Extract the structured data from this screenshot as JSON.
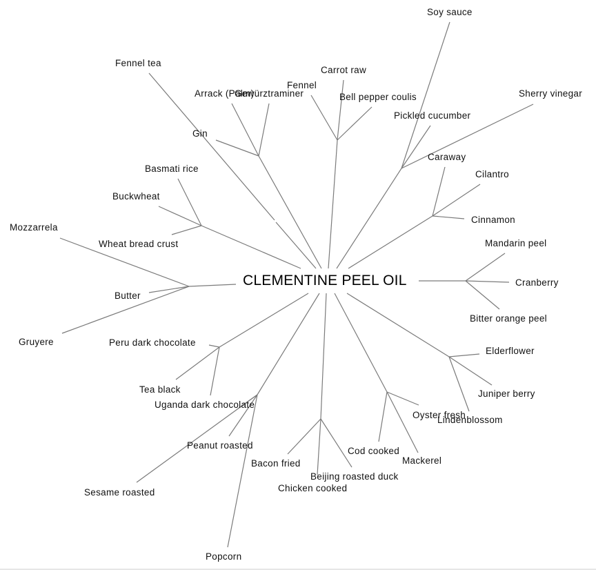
{
  "diagram": {
    "type": "radial-tree",
    "root": "CLEMENTINE PEEL OIL",
    "groups": [
      {
        "id": "g-fennel-tea",
        "children": [
          "Fennel tea"
        ]
      },
      {
        "id": "g-spirits",
        "children": [
          "Arrack (Palm)",
          "Gewürztraminer",
          "Gin"
        ]
      },
      {
        "id": "g-vegetables",
        "children": [
          "Fennel",
          "Carrot raw",
          "Bell pepper coulis"
        ]
      },
      {
        "id": "g-sour",
        "children": [
          "Soy sauce",
          "Pickled cucumber",
          "Sherry vinegar"
        ]
      },
      {
        "id": "g-spices",
        "children": [
          "Caraway",
          "Cilantro",
          "Cinnamon"
        ]
      },
      {
        "id": "g-citrus",
        "children": [
          "Mandarin peel",
          "Cranberry",
          "Bitter orange peel"
        ]
      },
      {
        "id": "g-floral",
        "children": [
          "Elderflower",
          "Juniper berry",
          "Lindenblossom"
        ]
      },
      {
        "id": "g-seafood",
        "children": [
          "Oyster fresh",
          "Cod cooked",
          "Mackerel"
        ]
      },
      {
        "id": "g-meat",
        "children": [
          "Bacon fried",
          "Chicken cooked",
          "Beijing roasted duck"
        ]
      },
      {
        "id": "g-roasted",
        "children": [
          "Uganda dark chocolate",
          "Peanut roasted",
          "Sesame roasted",
          "Popcorn"
        ]
      },
      {
        "id": "g-chocolate-tea",
        "children": [
          "Peru dark chocolate",
          "Tea black",
          "Uganda dark chocolate"
        ]
      },
      {
        "id": "g-dairy",
        "children": [
          "Mozzarrela",
          "Butter",
          "Gruyere"
        ]
      },
      {
        "id": "g-grains",
        "children": [
          "Basmati rice",
          "Buckwheat",
          "Wheat bread crust"
        ]
      }
    ]
  },
  "labels": {
    "root": "CLEMENTINE PEEL OIL",
    "fennel_tea": "Fennel tea",
    "arrack": "Arrack (Palm)",
    "gewurz": "Gewürztraminer",
    "gin": "Gin",
    "fennel": "Fennel",
    "carrot": "Carrot raw",
    "bell_pepper": "Bell pepper coulis",
    "soy": "Soy sauce",
    "pickled": "Pickled cucumber",
    "sherry": "Sherry vinegar",
    "caraway": "Caraway",
    "cilantro": "Cilantro",
    "cinnamon": "Cinnamon",
    "mandarin": "Mandarin peel",
    "cranberry": "Cranberry",
    "bitter_orange": "Bitter orange peel",
    "elderflower": "Elderflower",
    "juniper": "Juniper berry",
    "linden": "Lindenblossom",
    "oyster": "Oyster fresh",
    "cod": "Cod cooked",
    "mackerel": "Mackerel",
    "bacon": "Bacon fried",
    "chicken": "Chicken cooked",
    "duck": "Beijing roasted duck",
    "uganda": "Uganda dark chocolate",
    "peanut": "Peanut roasted",
    "sesame": "Sesame roasted",
    "popcorn": "Popcorn",
    "peru": "Peru dark chocolate",
    "tea_black": "Tea black",
    "mozzarella": "Mozzarrela",
    "butter": "Butter",
    "gruyere": "Gruyere",
    "basmati": "Basmati rice",
    "buckwheat": "Buckwheat",
    "wheat_crust": "Wheat bread crust"
  }
}
